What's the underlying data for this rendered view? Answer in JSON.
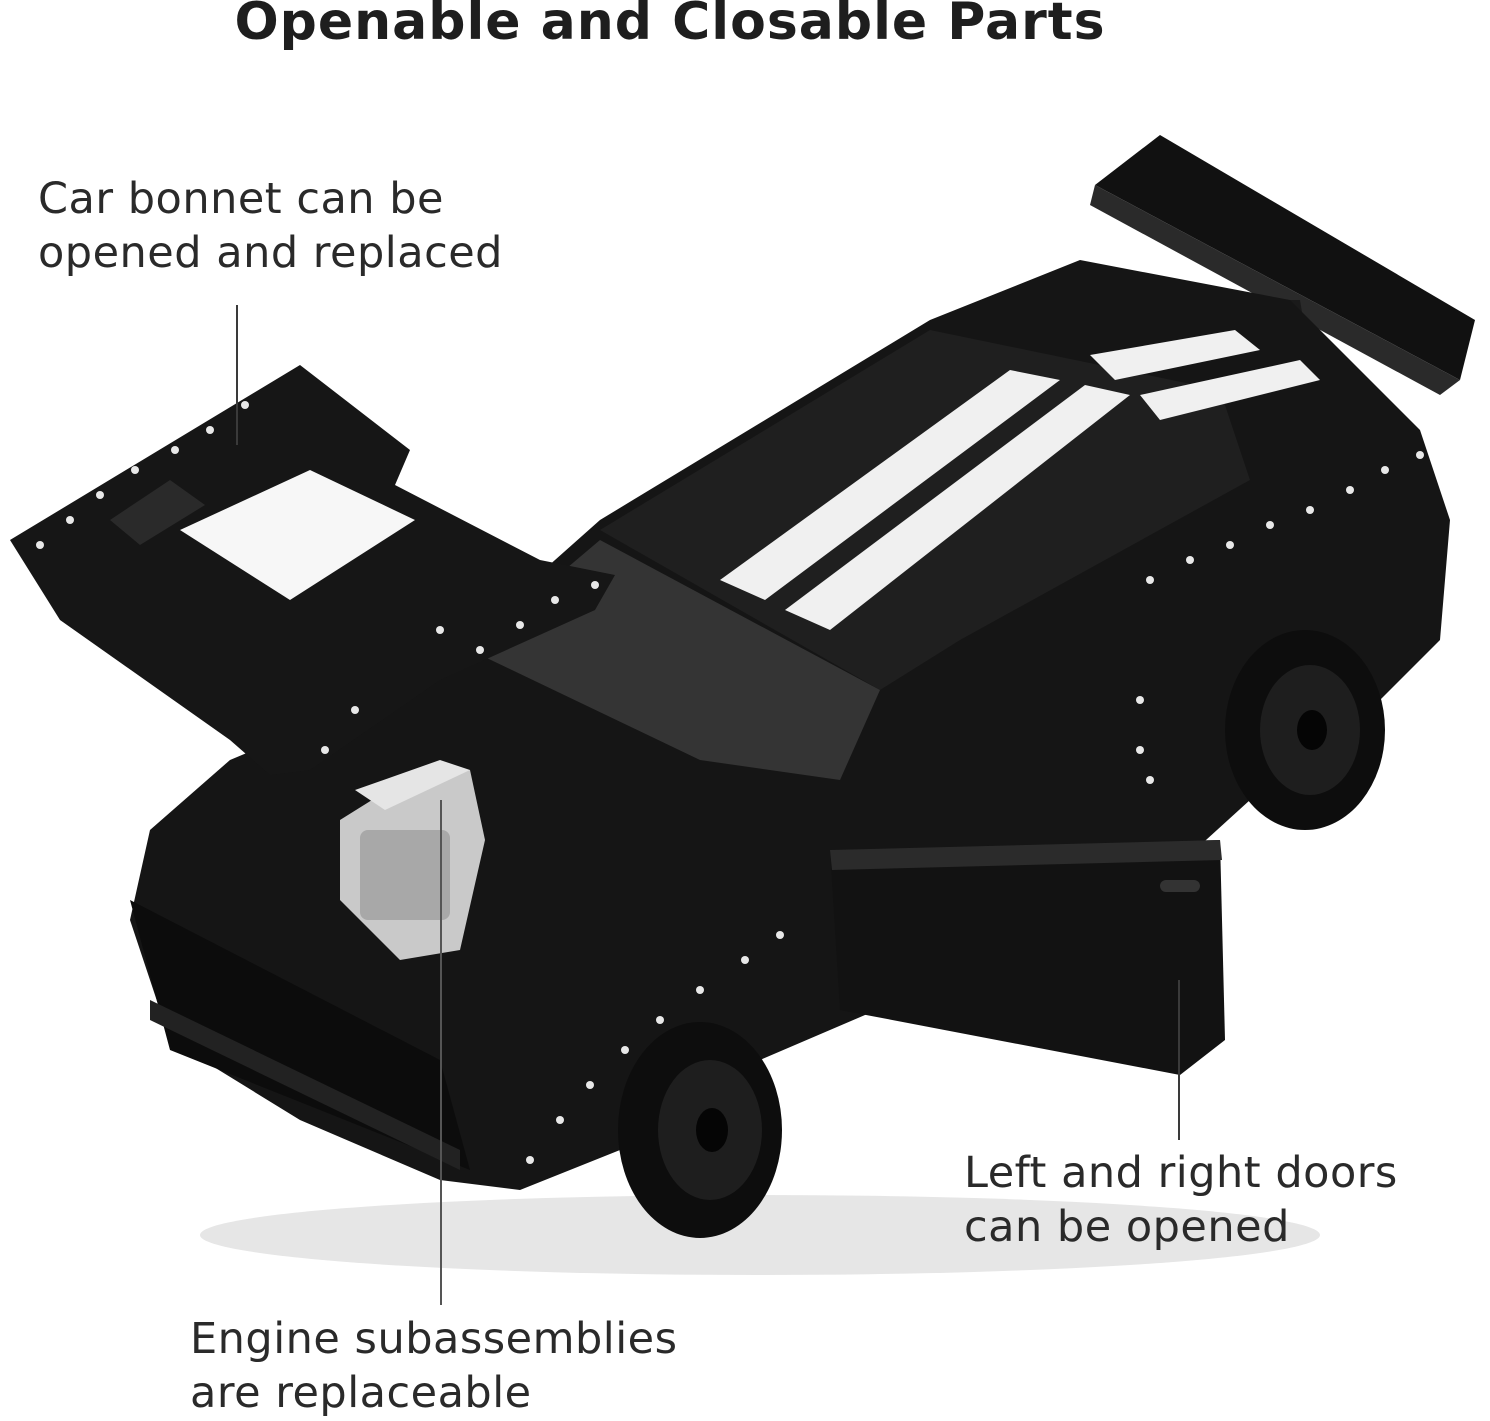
{
  "title": "Openable and Closable Parts",
  "callouts": {
    "bonnet": {
      "line1": "Car bonnet can be",
      "line2": "opened and replaced"
    },
    "doors": {
      "line1": "Left and right doors",
      "line2": "can be opened"
    },
    "engine": {
      "line1": "Engine subassemblies",
      "line2": "are replaceable"
    }
  },
  "colors": {
    "car_body": "#141414",
    "stripe": "#f2f2f2",
    "engine_chrome": "#c8c8c8",
    "rivet": "#e8e8e8",
    "text": "#222222"
  }
}
